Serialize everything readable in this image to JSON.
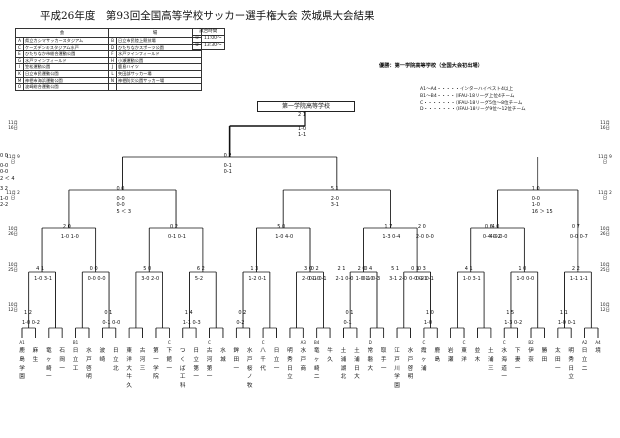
{
  "title": "平成26年度　第93回全国高等学校サッカー選手権大会 茨城県大会結果",
  "venues": {
    "header_col1": "会",
    "header_col2": "場",
    "left": [
      {
        "code": "A",
        "name": "県立カシマサッカースタジアム"
      },
      {
        "code": "C",
        "name": "ケーズデンキスタジアム水戸"
      },
      {
        "code": "E",
        "name": "ひたちなか市総合運動公園"
      },
      {
        "code": "G",
        "name": "水戸ツインフィールド"
      },
      {
        "code": "I",
        "name": "笠松運動公園"
      },
      {
        "code": "K",
        "name": "日立市民運動公園"
      },
      {
        "code": "M",
        "name": "神栖市海浜運動公園"
      },
      {
        "code": "O",
        "name": "波崎総合運動公園"
      }
    ],
    "right": [
      {
        "code": "B",
        "name": "日立市民陸上競技場"
      },
      {
        "code": "D",
        "name": "ひたちなかスポーツ公園"
      },
      {
        "code": "F",
        "name": "水戸ツインフィールド"
      },
      {
        "code": "H",
        "name": "小瀬運動公園"
      },
      {
        "code": "J",
        "name": "鹿島ハイツ"
      },
      {
        "code": "L",
        "name": "矢田部サッカー場"
      },
      {
        "code": "N",
        "name": "神栖防災公園サッカー場"
      },
      {
        "code": "",
        "name": ""
      }
    ]
  },
  "times": {
    "header": "試合時間",
    "rows": [
      {
        "mark": "①",
        "time": "11:00～"
      },
      {
        "mark": "②",
        "time": "13:30～"
      }
    ]
  },
  "winner_note": "優勝：第一学院高等学校（全国大会初出場）",
  "legend": [
    "A1～A4・・・・・インターハイベスト4以上",
    "B1～B4・・・・（IFAU-18リーグ上位4チーム",
    "C・・・・・・・（IFAU-18リーグ5位～8位チーム",
    "D・・・・・・・（IFAU-18リーグ9位～12位チーム"
  ],
  "champion": "第一学院高等学校",
  "dates": [
    {
      "id": "left-final",
      "text": "11月 16日"
    },
    {
      "id": "right-final",
      "text": "11月 16日"
    },
    {
      "id": "left-semi",
      "text": "11月 9日"
    },
    {
      "id": "right-semi",
      "text": "11月 9日"
    },
    {
      "id": "left-qf",
      "text": "11月 2日"
    },
    {
      "id": "right-qf",
      "text": "11月 2日"
    },
    {
      "id": "left-r3",
      "text": "10月 26日"
    },
    {
      "id": "right-r3",
      "text": "10月 26日"
    },
    {
      "id": "left-r2",
      "text": "10月 25日"
    },
    {
      "id": "right-r2",
      "text": "10月 25日"
    },
    {
      "id": "left-r1",
      "text": "10月 12日"
    },
    {
      "id": "right-r1",
      "text": "10月 12日"
    }
  ],
  "scores": {
    "final": [
      "2 1",
      "1-0",
      "1-1"
    ],
    "semi_left": [
      "0 2",
      "0-1",
      "0-1"
    ],
    "semi_right": [
      "0 0",
      "0-0",
      "0-0",
      "2 ＜ 4"
    ],
    "qf1": [
      "0 0",
      "0-0",
      "0-0",
      "5 ＜ 3"
    ],
    "qf2": [
      "5 1",
      "2-0",
      "3-1"
    ],
    "qf3": [
      "1 0",
      "0-0",
      "1-0",
      "16 ＞ 15"
    ],
    "qf4": [
      "3 2",
      "1-0",
      "2-2"
    ],
    "r3": [
      "2 0",
      "0 2",
      "5 0",
      "1 7",
      "4 0",
      "0 7",
      "2 0",
      "0 6"
    ],
    "r3_detail": [
      "1-0 1-0",
      "0-1 0-1",
      "1-0 4-0",
      "1-3 0-4",
      "4-0 0-0",
      "0-0 0-7",
      "2-0 0-0",
      "0-4 0-2"
    ],
    "r2": [
      "4 1",
      "0 0",
      "5 0",
      "6 2",
      "1 3",
      "3 0",
      "2 0",
      "0 1",
      "4 1",
      "1 0",
      "2 2",
      "0 2",
      "2 1",
      "0 4",
      "5 1",
      "0 3"
    ],
    "r2_detail": [
      "1-0 3-1",
      "0-0 0-0",
      "3-0 2-0",
      "5-2",
      "1-2 0-1",
      "2-0 1-0",
      "1-0 1-0",
      "0-0 0-1",
      "1-0 3-1",
      "1-0 0-0",
      "1-1 1-1",
      "0-1 0-1",
      "2-1 0-0",
      "0-1 0-3",
      "3-1 2-0",
      "0-2 0-1"
    ],
    "r1": [
      "1 2",
      "0 1",
      "1 4",
      "0 2",
      "0 1",
      "1 0",
      "1 5",
      "1 1"
    ],
    "r1_detail": [
      "1-0 0-2",
      "0-1 0-0",
      "1-1 0-3",
      "0-2",
      "0-1",
      "1-0",
      "1-3 0-2",
      "1-0 0-1"
    ]
  },
  "slots": [
    "A1",
    "B1",
    "C",
    "C",
    "C",
    "B4",
    "A4",
    "A3",
    "D",
    "C",
    "C",
    "C",
    "B2",
    "A2"
  ],
  "teams": [
    "鹿島学園",
    "麻生",
    "竜ヶ崎一",
    "石岡一",
    "日立工",
    "水戸啓明",
    "波崎",
    "日立北",
    "東洋大牛久",
    "古河三",
    "第一学院",
    "下館一",
    "つくば工科",
    "日立第一",
    "古河第一",
    "水城",
    "鉾田一",
    "水戸桜ノ牧",
    "八千代",
    "日立一",
    "明秀日立",
    "水戸商",
    "竜ヶ崎二",
    "牛久",
    "土浦湖北",
    "土浦日大",
    "常磐大",
    "取手一",
    "江戸川学園",
    "水戸啓明",
    "霞ヶ浦",
    "鹿島",
    "岩瀬",
    "東洋",
    "並木",
    "土浦三",
    "水海道一",
    "下妻一",
    "伊奈",
    "勝田",
    "太田一",
    "明秀日立",
    "日立二",
    "境"
  ]
}
